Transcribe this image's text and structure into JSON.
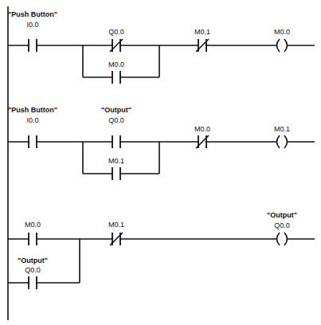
{
  "diagram": {
    "labels": [
      "\"Push Button\"",
      "I0.0",
      "Q0.0",
      "M0.0",
      "M0.1",
      "M0.0",
      "\"Push Button\"",
      "I0.0",
      "\"Output\"",
      "Q0.0",
      "M0.1",
      "M0.0",
      "M0.1",
      "M0.0",
      "\"Output\"",
      "Q0.0",
      "M0.1",
      "\"Output\"",
      "Q0.0"
    ]
  }
}
